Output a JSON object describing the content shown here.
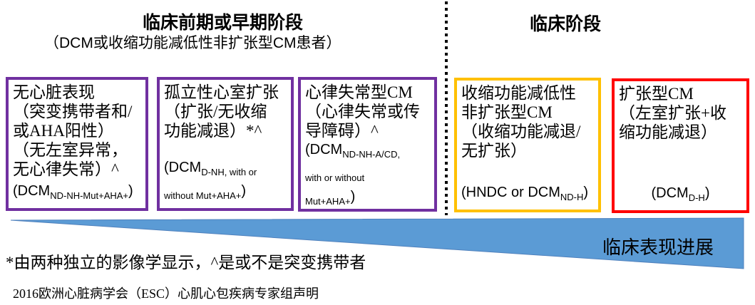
{
  "header": {
    "left": {
      "title": "临床前期或早期阶段",
      "subtitle": "（DCM或收缩功能减低性非扩张型CM患者）"
    },
    "right": {
      "title": "临床阶段"
    }
  },
  "boxes": [
    {
      "id": "no-cardiac-manifestation",
      "border_color": "#7030A0",
      "lines": [
        "无心脏表现",
        "（突变携带者和/",
        "或AHA阳性）",
        "（无左室异常，",
        "无心律失常）^"
      ],
      "formula": {
        "open": "(DCM",
        "sub": "ND-NH-Mut+AHA+",
        "close": ")"
      }
    },
    {
      "id": "isolated-ventricular-dilation",
      "border_color": "#7030A0",
      "lines": [
        "孤立性心室扩张",
        "（扩张/无收缩",
        "功能减退）*^"
      ],
      "formula": {
        "open": "(DCM",
        "sub": "D-NH, with or without Mut+AHA+",
        "close": ")"
      }
    },
    {
      "id": "arrhythmic-cm",
      "border_color": "#7030A0",
      "lines": [
        "心律失常型CM",
        "（心律失常或传",
        "导障碍）^"
      ],
      "formula": {
        "open": "(DCM",
        "sub": "ND-NH-A/CD, with or without Mut+AHA+",
        "close": ")"
      }
    },
    {
      "id": "hypokinetic-non-dilated-cm",
      "border_color": "#FFC000",
      "lines": [
        "收缩功能减低性",
        "非扩张型CM",
        "（收缩功能减退/",
        "无扩张）"
      ],
      "formula": {
        "open": "(HNDC or DCM",
        "sub": "ND-H",
        "close": ")"
      }
    },
    {
      "id": "dilated-cm",
      "border_color": "#FF0000",
      "lines": [
        "扩张型CM",
        "（左室扩张+收",
        "缩功能减退）"
      ],
      "formula": {
        "open": "(DCM",
        "sub": "D-H",
        "close": ")"
      }
    }
  ],
  "wedge": {
    "label": "临床表现进展",
    "color": "#5B9BD5",
    "edge_color": "#4F81BD"
  },
  "footnotes": {
    "note": "*由两种独立的影像学显示，^是或不是突变携带者",
    "source": "2016欧洲心脏病学会（ESC）心肌心包疾病专家组声明"
  },
  "divider_color": "#000000"
}
